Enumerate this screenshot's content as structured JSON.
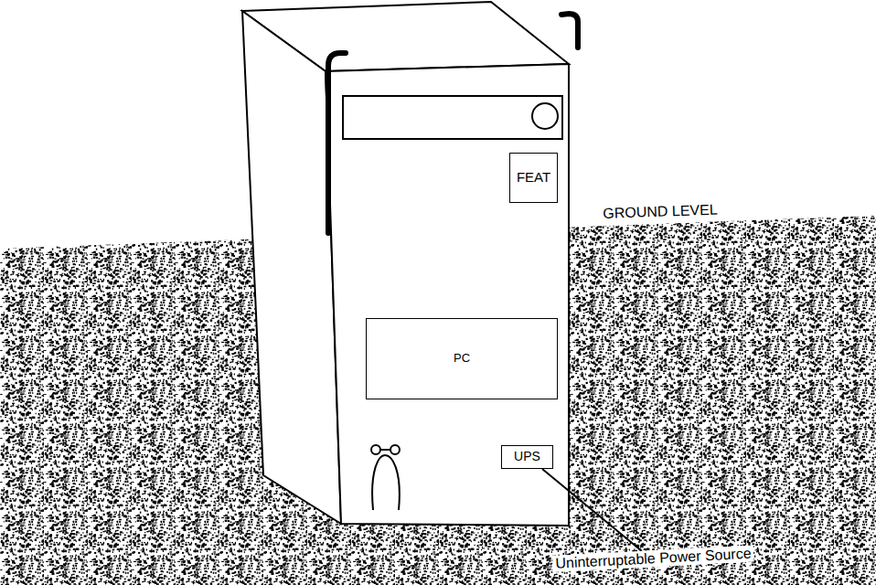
{
  "diagram": {
    "nodes": [
      {
        "text": [
          "FEAT"
        ]
      },
      {
        "text": [
          "PC"
        ]
      },
      {
        "text": [
          "UPS"
        ]
      }
    ],
    "labels": [
      "GROUND LEVEL",
      "Uninterruptable Power Source"
    ]
  }
}
